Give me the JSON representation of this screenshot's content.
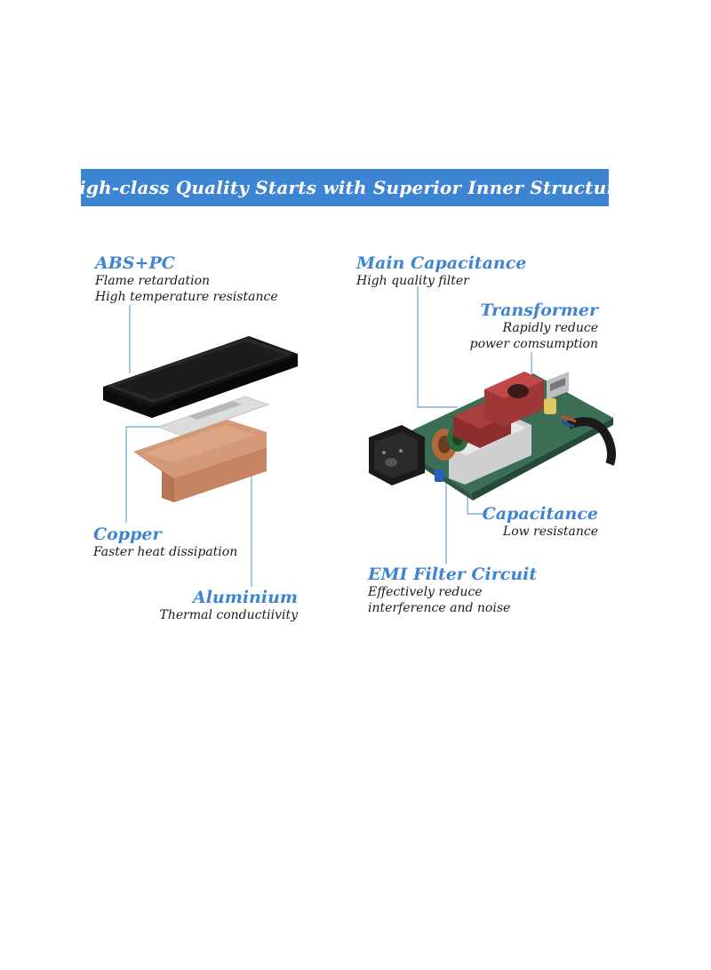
{
  "banner": {
    "title": "High-class Quality Starts with Superior Inner Structure"
  },
  "left_labels": {
    "abs_pc": {
      "title": "ABS+PC",
      "lines": [
        "Flame retardation",
        "High temperature resistance"
      ]
    },
    "copper": {
      "title": "Copper",
      "lines": [
        "Faster heat dissipation"
      ]
    },
    "aluminium": {
      "title": "Aluminium",
      "lines": [
        "Thermal conductiivity"
      ]
    }
  },
  "right_labels": {
    "main_capacitance": {
      "title": "Main Capacitance",
      "lines": [
        "High quality filter"
      ]
    },
    "transformer": {
      "title": "Transformer",
      "lines": [
        "Rapidly reduce",
        "power comsumption"
      ]
    },
    "capacitance": {
      "title": "Capacitance",
      "lines": [
        "Low resistance"
      ]
    },
    "emi_filter": {
      "title": "EMI Filter Circuit",
      "lines": [
        "Effectively reduce",
        "interference and noise"
      ]
    }
  },
  "colors": {
    "accent": "#3d85d2",
    "text": "#1a1a1a",
    "leader_line": "#7fb0d8",
    "case_black": "#151515",
    "copper": "#c98c6a",
    "aluminium": "#d8d8d8",
    "pcb_green": "#3b6e55"
  },
  "icons": [
    "case-cover-image",
    "aluminium-sheet-image",
    "copper-sheet-image",
    "circuit-board-image"
  ]
}
